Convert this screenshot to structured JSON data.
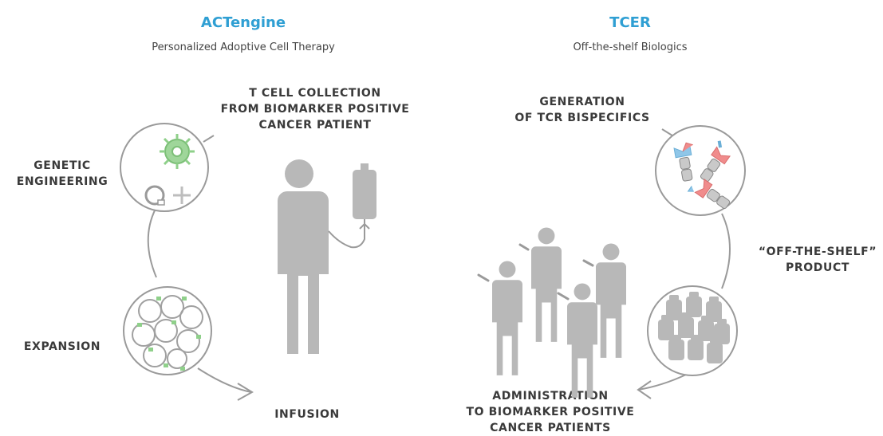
{
  "left": {
    "title": "ACTengine",
    "subtitle": "Personalized Adoptive Cell Therapy",
    "labels": {
      "collection": [
        "T CELL COLLECTION",
        "FROM BIOMARKER POSITIVE",
        "CANCER PATIENT"
      ],
      "genetic": [
        "GENETIC",
        "ENGINEERING"
      ],
      "expansion": [
        "EXPANSION"
      ],
      "infusion": [
        "INFUSION"
      ]
    }
  },
  "right": {
    "title": "TCER",
    "subtitle": "Off-the-shelf Biologics",
    "labels": {
      "generation": [
        "GENERATION",
        "OF TCR BISPECIFICS"
      ],
      "product": [
        "“OFF-THE-SHELF”",
        "PRODUCT"
      ],
      "administration": [
        "ADMINISTRATION",
        "TO BIOMARKER POSITIVE",
        "CANCER PATIENTS"
      ]
    }
  },
  "colors": {
    "title": "#2f9fd3",
    "figure": "#b8b8b8",
    "line": "#9a9a9a",
    "green": "#8fd08a",
    "blue": "#8fc6e8",
    "red": "#f08c8c"
  }
}
